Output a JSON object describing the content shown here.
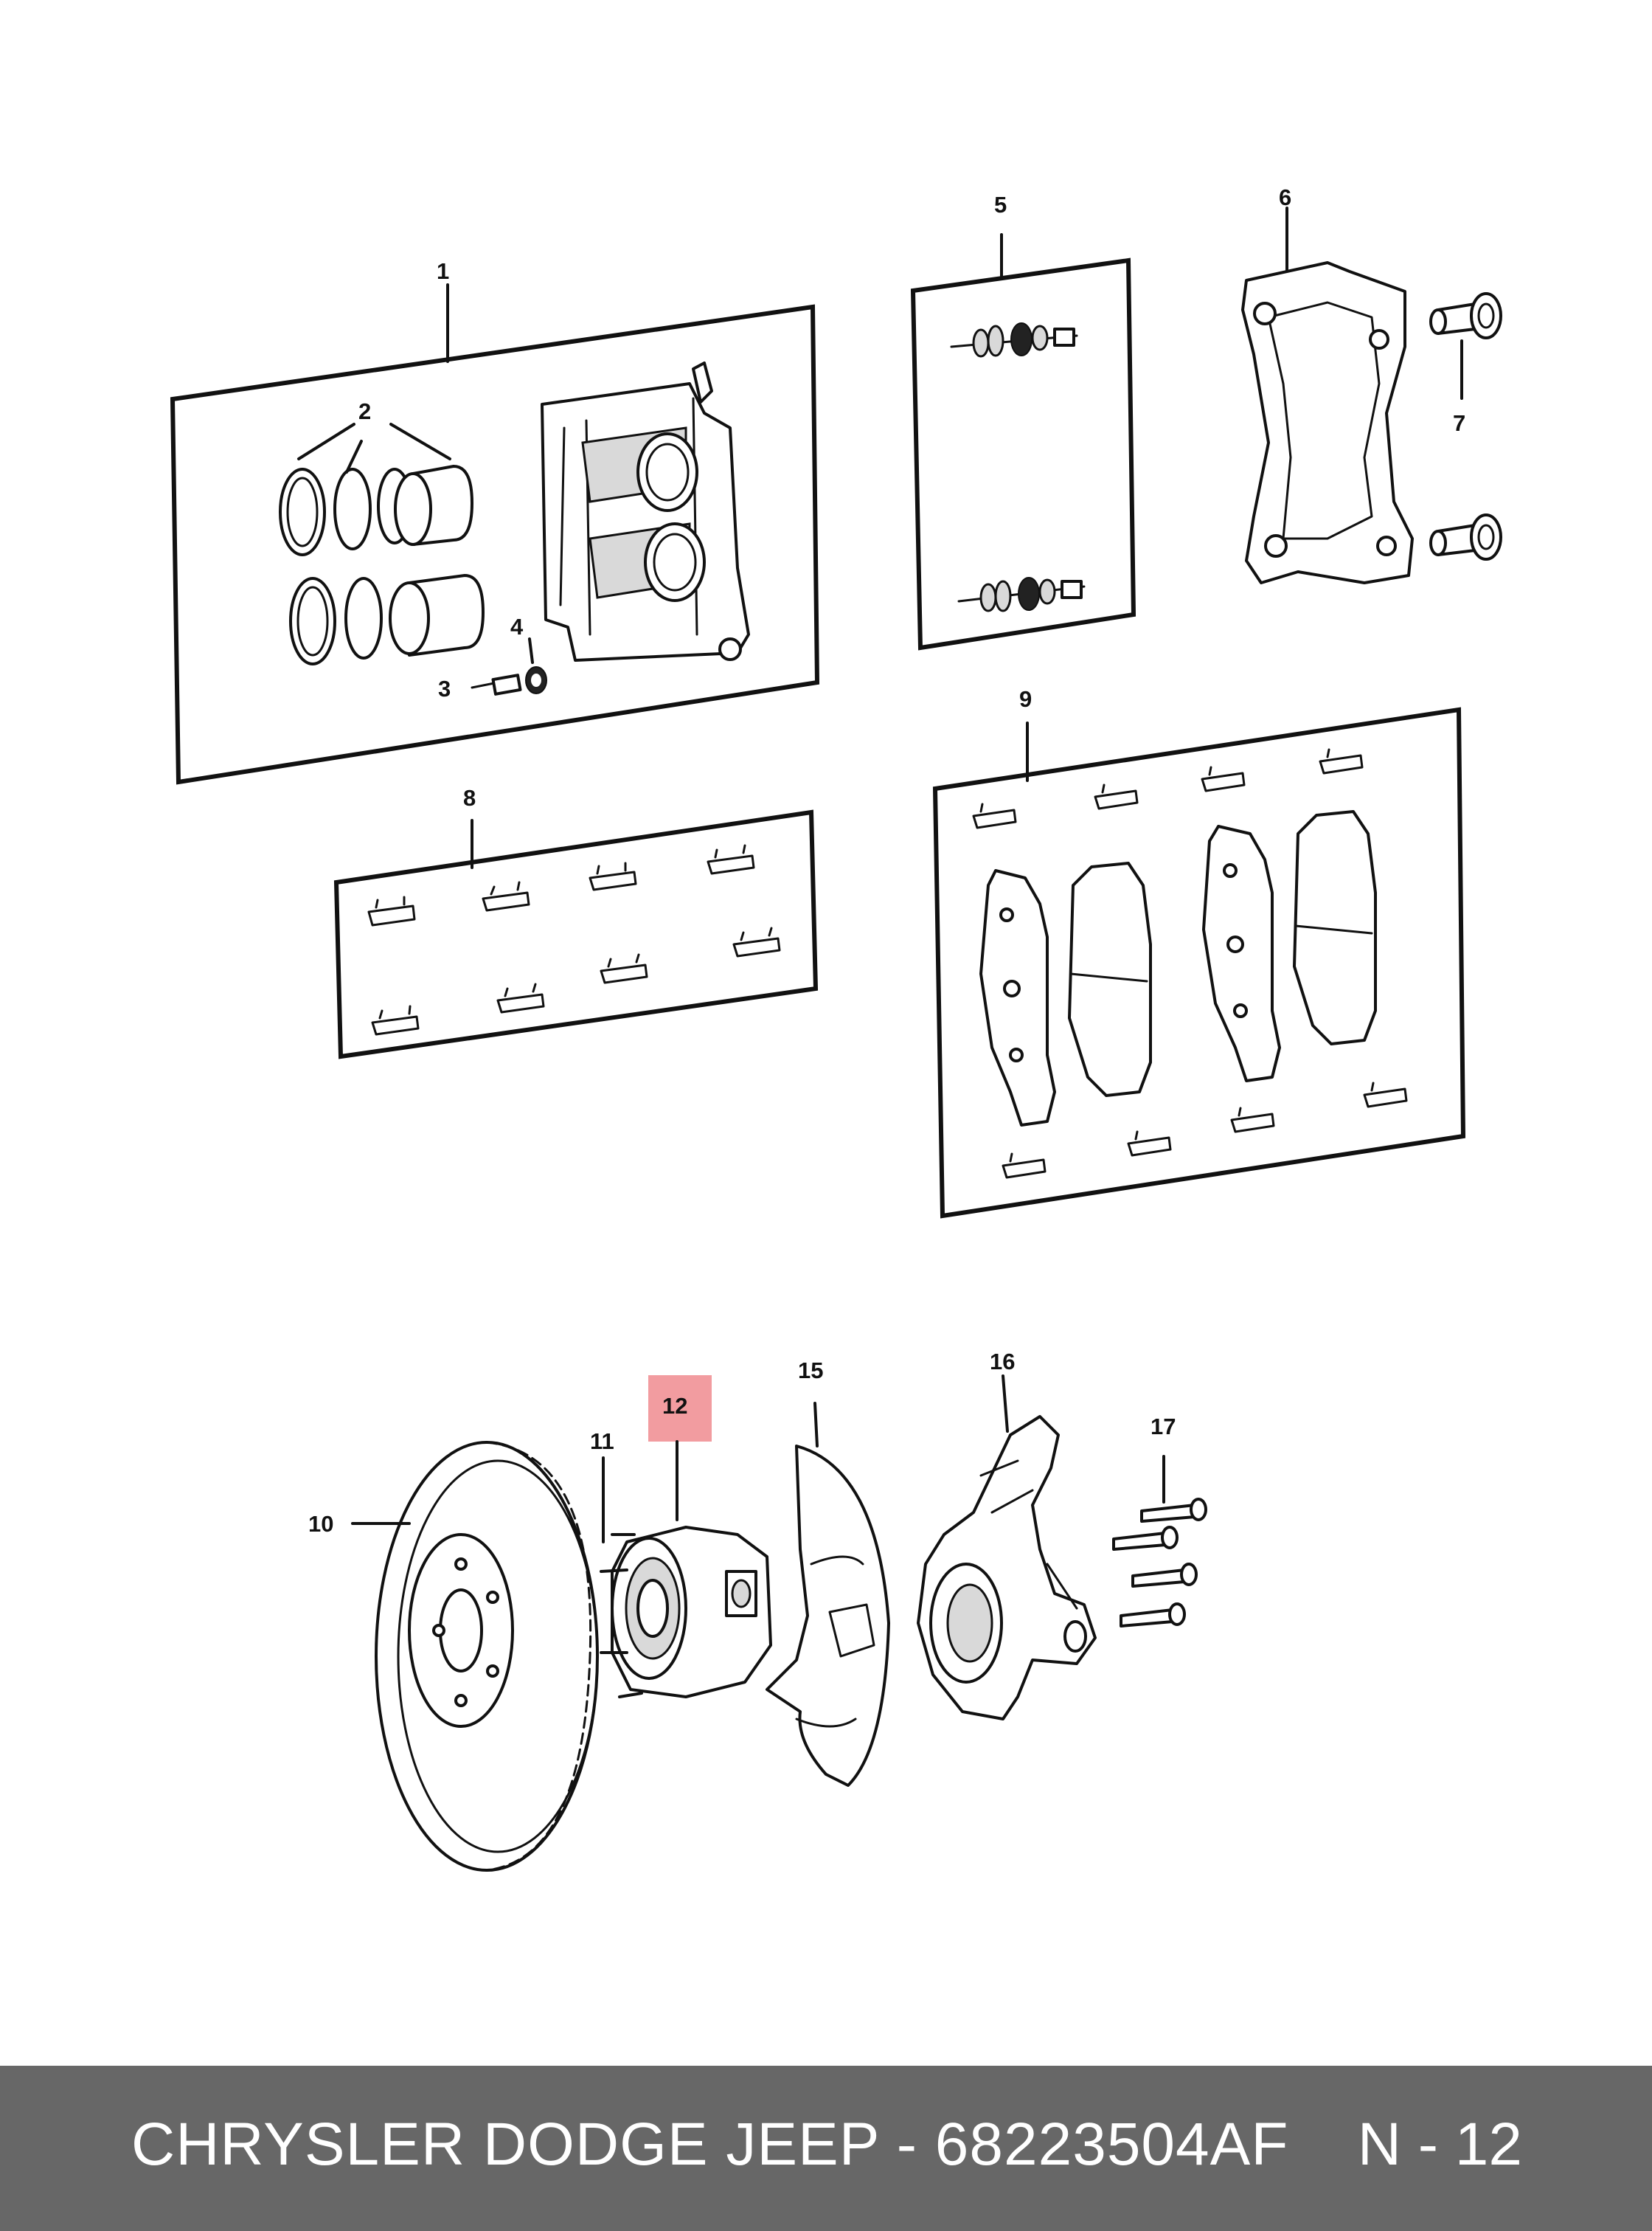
{
  "diagram": {
    "callouts": [
      "1",
      "2",
      "3",
      "4",
      "5",
      "6",
      "7",
      "8",
      "9",
      "10",
      "11",
      "12",
      "15",
      "16",
      "17"
    ],
    "highlighted_callout": "12",
    "highlight_color": "#f29ca0"
  },
  "footer": {
    "brand_part_number": "CHRYSLER DODGE JEEP - 68223504AF",
    "page_ref": "N - 12",
    "background_color": "#676767"
  }
}
